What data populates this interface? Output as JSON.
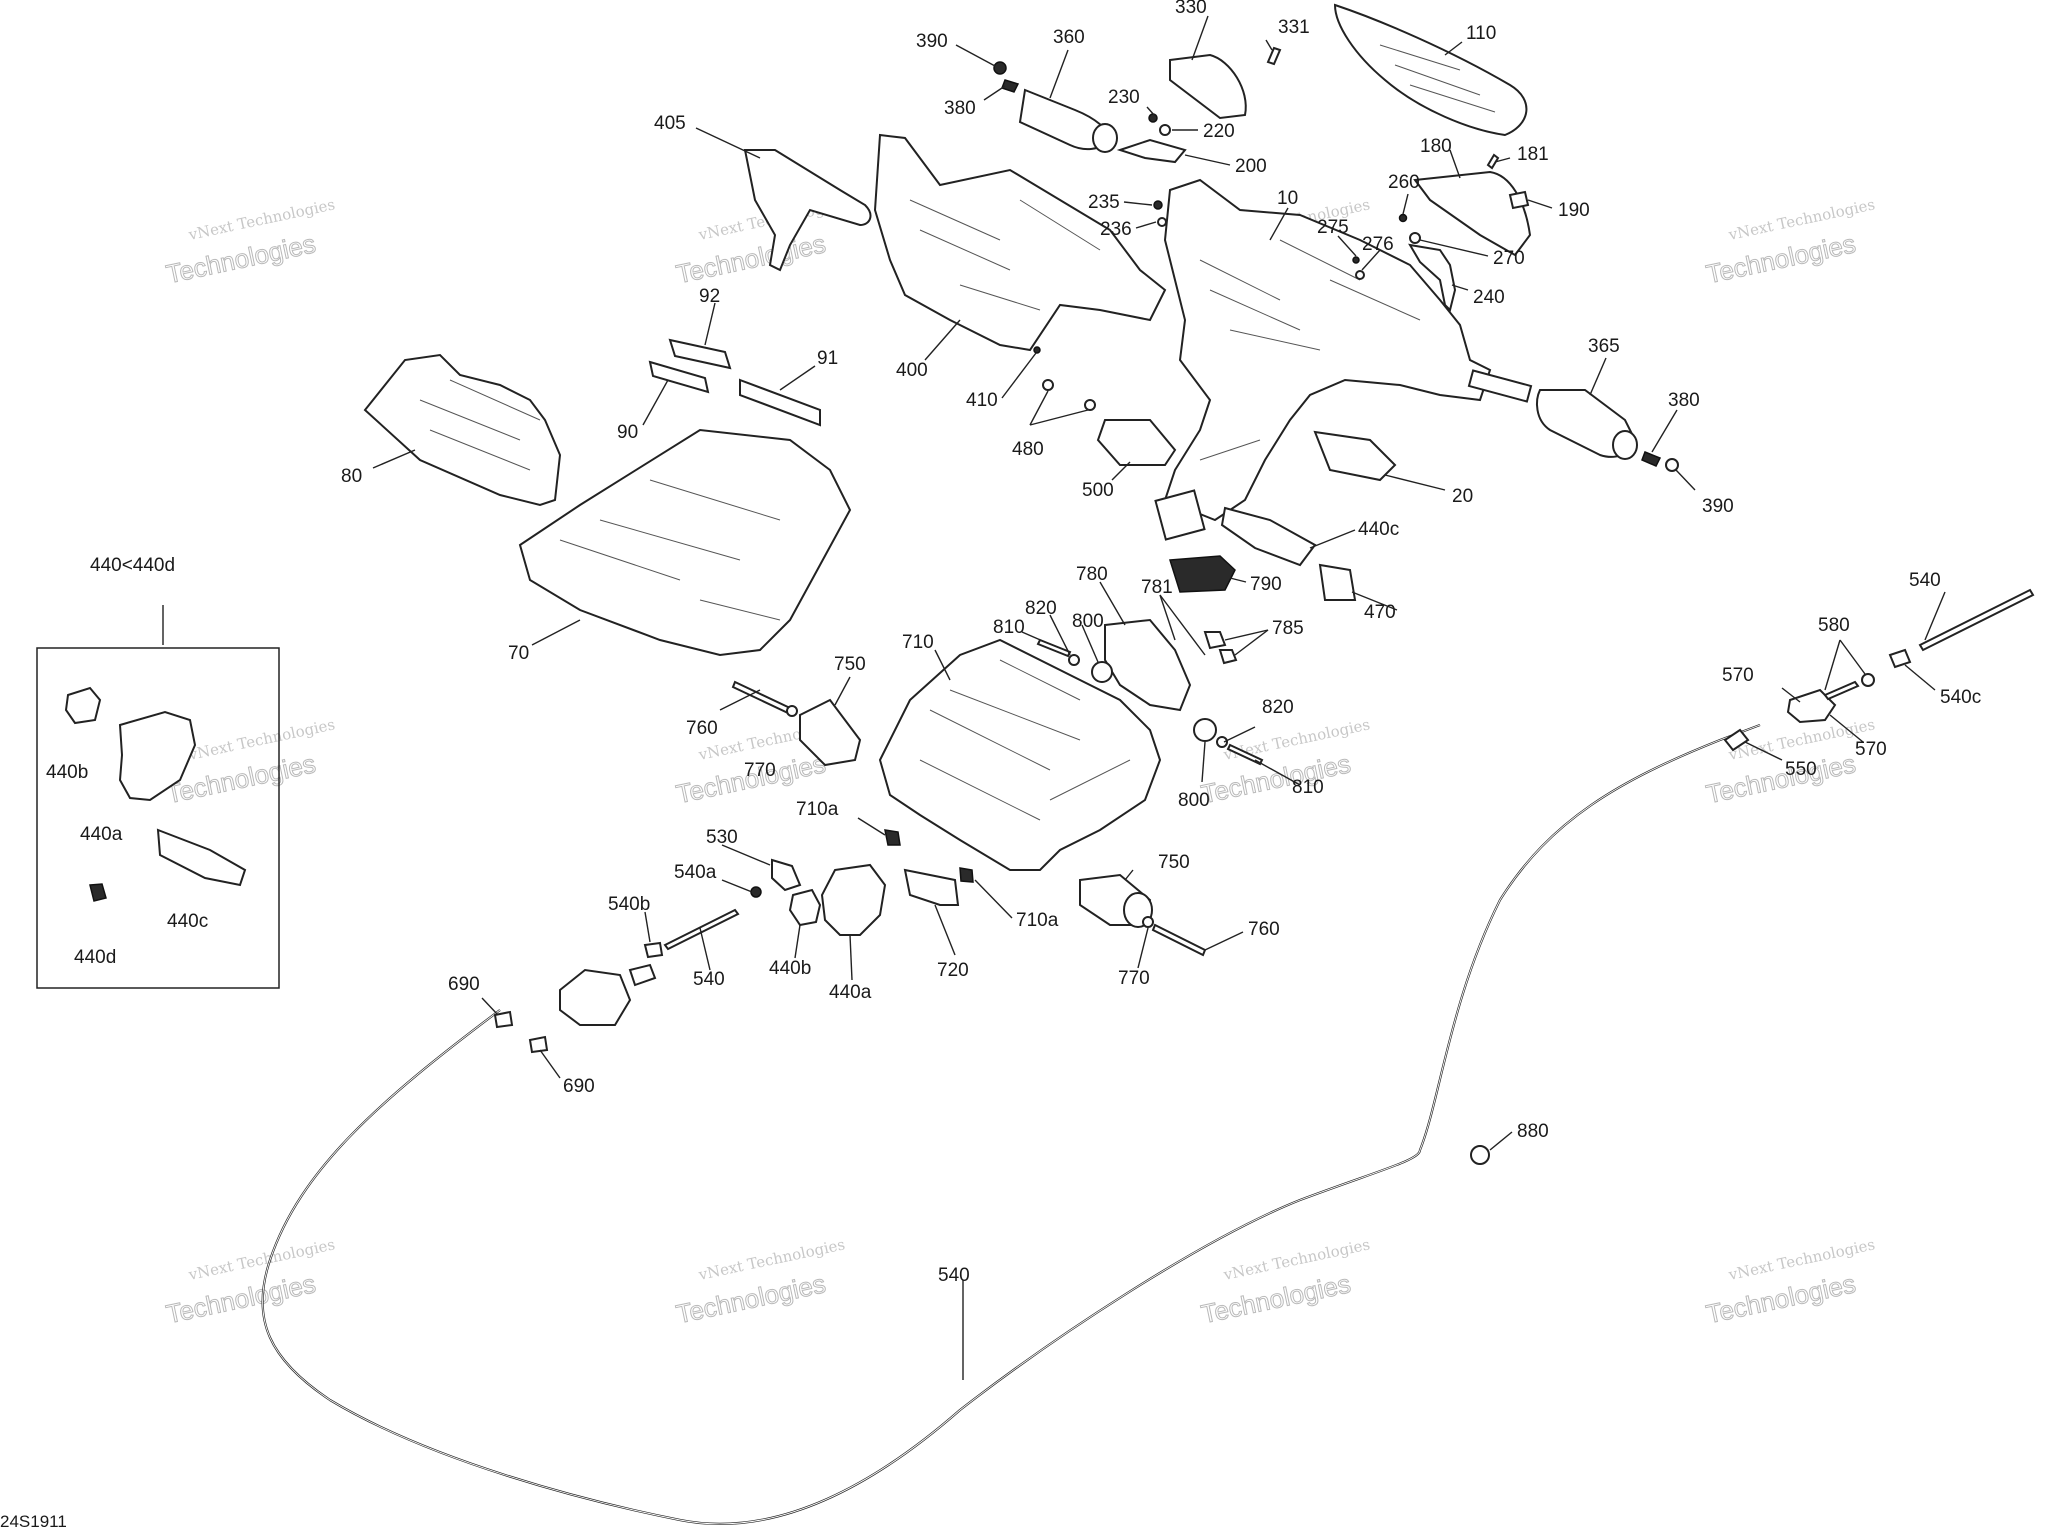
{
  "diagram": {
    "code": "24S1911",
    "watermark_line1": "vNext Technologies",
    "watermark_line2": "Technologies",
    "inset_title": "440<440d"
  },
  "labels": {
    "l330": "330",
    "l331": "331",
    "l110": "110",
    "l390a": "390",
    "l360": "360",
    "l380a": "380",
    "l230": "230",
    "l220": "220",
    "l200": "200",
    "l405": "405",
    "l181": "181",
    "l180": "180",
    "l190": "190",
    "l260": "260",
    "l10": "10",
    "l235": "235",
    "l236": "236",
    "l275": "275",
    "l276": "276",
    "l270": "270",
    "l240": "240",
    "l92": "92",
    "l91": "91",
    "l90": "90",
    "l400": "400",
    "l410": "410",
    "l365": "365",
    "l380b": "380",
    "l390b": "390",
    "l480": "480",
    "l500": "500",
    "l20": "20",
    "l80": "80",
    "l70": "70",
    "l440c_top": "440c",
    "l470": "470",
    "l780": "780",
    "l781": "781",
    "l790": "790",
    "l785": "785",
    "l810a": "810",
    "l820a": "820",
    "l800a": "800",
    "l710": "710",
    "l750a": "750",
    "l760a": "760",
    "l770a": "770",
    "l820b": "820",
    "l810b": "810",
    "l800b": "800",
    "l540_top": "540",
    "l580": "580",
    "l570a": "570",
    "l540c_right": "540c",
    "l570b": "570",
    "l550": "550",
    "l710a_1": "710a",
    "l530": "530",
    "l540a": "540a",
    "l540b": "540b",
    "l540_mid": "540",
    "l440b_main": "440b",
    "l440a_main": "440a",
    "l720": "720",
    "l710a_2": "710a",
    "l750b": "750",
    "l760b": "760",
    "l770b": "770",
    "l690a": "690",
    "l690b": "690",
    "l880": "880",
    "l540_bottom": "540",
    "l440b_inset": "440b",
    "l440a_inset": "440a",
    "l440c_inset": "440c",
    "l440d_inset": "440d"
  }
}
